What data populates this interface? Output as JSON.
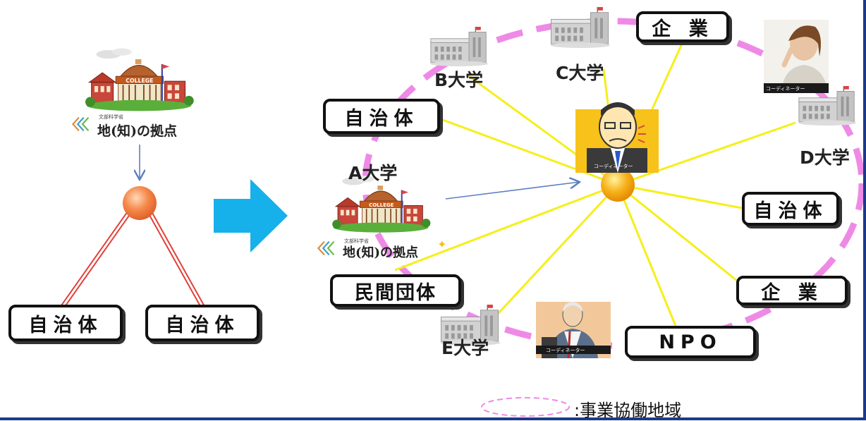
{
  "logo": {
    "title": "地(知)の拠点",
    "building_sign": "COLLEGE",
    "small_text": "文部科学省"
  },
  "left": {
    "box1": "自治体",
    "box2": "自治体"
  },
  "right": {
    "universities": {
      "a": "A大学",
      "b": "B大学",
      "c": "C大学",
      "d": "D大学",
      "e": "E大学"
    },
    "boxes": {
      "kigyo_top": "企 業",
      "jichitai_left": "自治体",
      "jichitai_right": "自治体",
      "kigyo_right": "企 業",
      "npo": "NPO",
      "minkan": "民間団体"
    },
    "coordinator_tag": "コーディネーター"
  },
  "legend": {
    "text": ":事業協働地域"
  },
  "colors": {
    "spoke": "#f5ef1a",
    "circle_dash": "#ee8ae6",
    "hub": "#f7b21c",
    "left_node": "#f5884a",
    "arrow": "#16b0ea",
    "frame": "#1b3a8c"
  }
}
